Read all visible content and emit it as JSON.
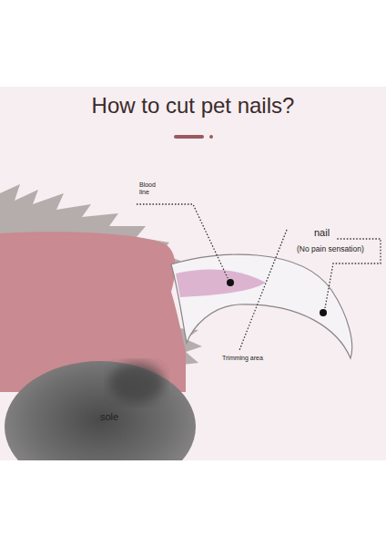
{
  "diagram": {
    "title": "How to cut pet nails?",
    "labels": [
      "Blood line",
      "nail",
      "(No pain sensation)",
      "Trimming area",
      "sole"
    ]
  }
}
